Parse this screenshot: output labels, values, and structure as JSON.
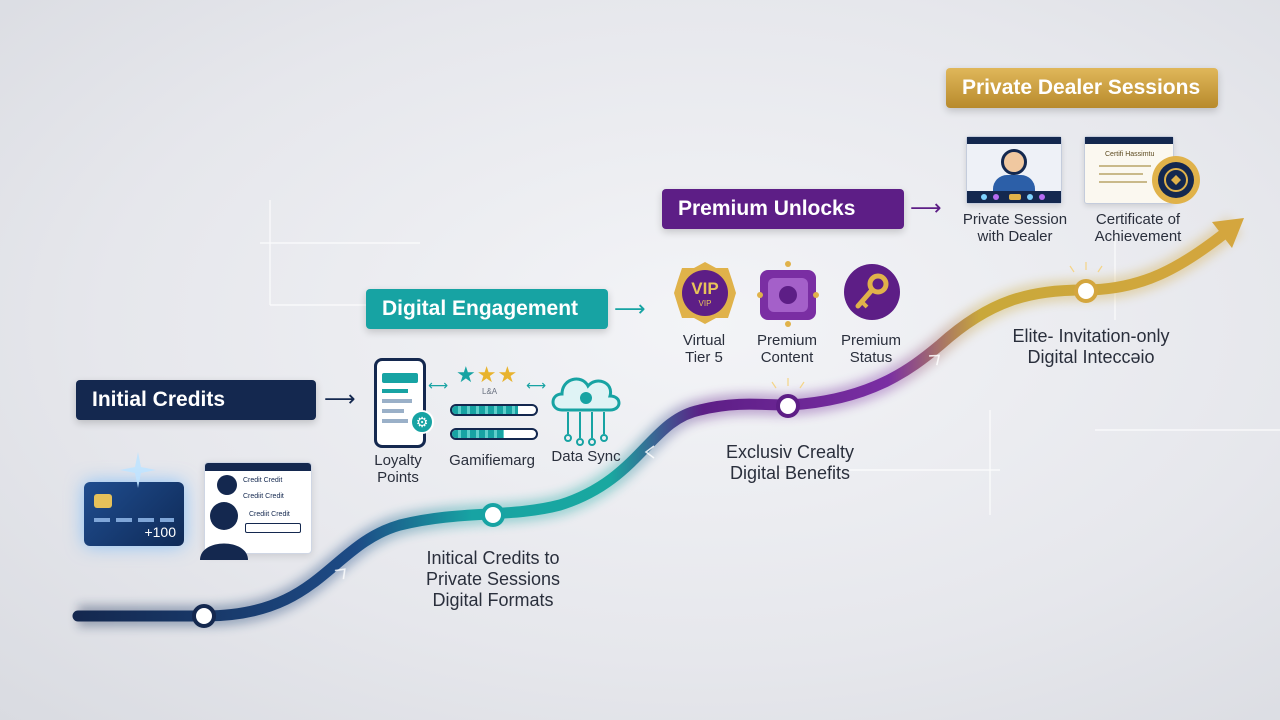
{
  "stages": {
    "initial": "Initial Credits",
    "digital": "Digital Engagement",
    "premium": "Premium Unlocks",
    "private": "Private Dealer Sessions"
  },
  "card": {
    "amount": "+100"
  },
  "profile": {
    "line1": "Credit Credit",
    "line2": "Crediit Credit",
    "line3": "Crediit Credit"
  },
  "digital_items": [
    {
      "line1": "Loyalty",
      "line2": "Points"
    },
    {
      "line1": "Gamifiemarg",
      "line2": ""
    },
    {
      "line1": "Data Sync",
      "line2": ""
    }
  ],
  "stars_caption": "L&A",
  "premium_items": [
    {
      "line1": "Virtual",
      "line2": "Tier 5"
    },
    {
      "line1": "Premium",
      "line2": "Content"
    },
    {
      "line1": "Premium",
      "line2": "Status"
    }
  ],
  "vip_badge": {
    "main": "VIP",
    "sub": "VIP"
  },
  "private_items": [
    {
      "line1": "Private Session",
      "line2": "with Dealer"
    },
    {
      "line1": "Certificate of",
      "line2": "Achievement"
    }
  ],
  "certificate_heading": "Certifi Hassimtu",
  "path_labels": {
    "segment1": [
      "Initical Credits to",
      "Private Sessions",
      "Digital Formats"
    ],
    "segment2": [
      "Exclusiv Crealty",
      "Digital Benefits"
    ],
    "segment3": [
      "Elite- Invitation-only",
      "Digital Inteccəio"
    ]
  },
  "colors": {
    "navy": "#14284f",
    "teal": "#17a3a3",
    "purple": "#5d1e86",
    "gold": "#d4a63e"
  }
}
